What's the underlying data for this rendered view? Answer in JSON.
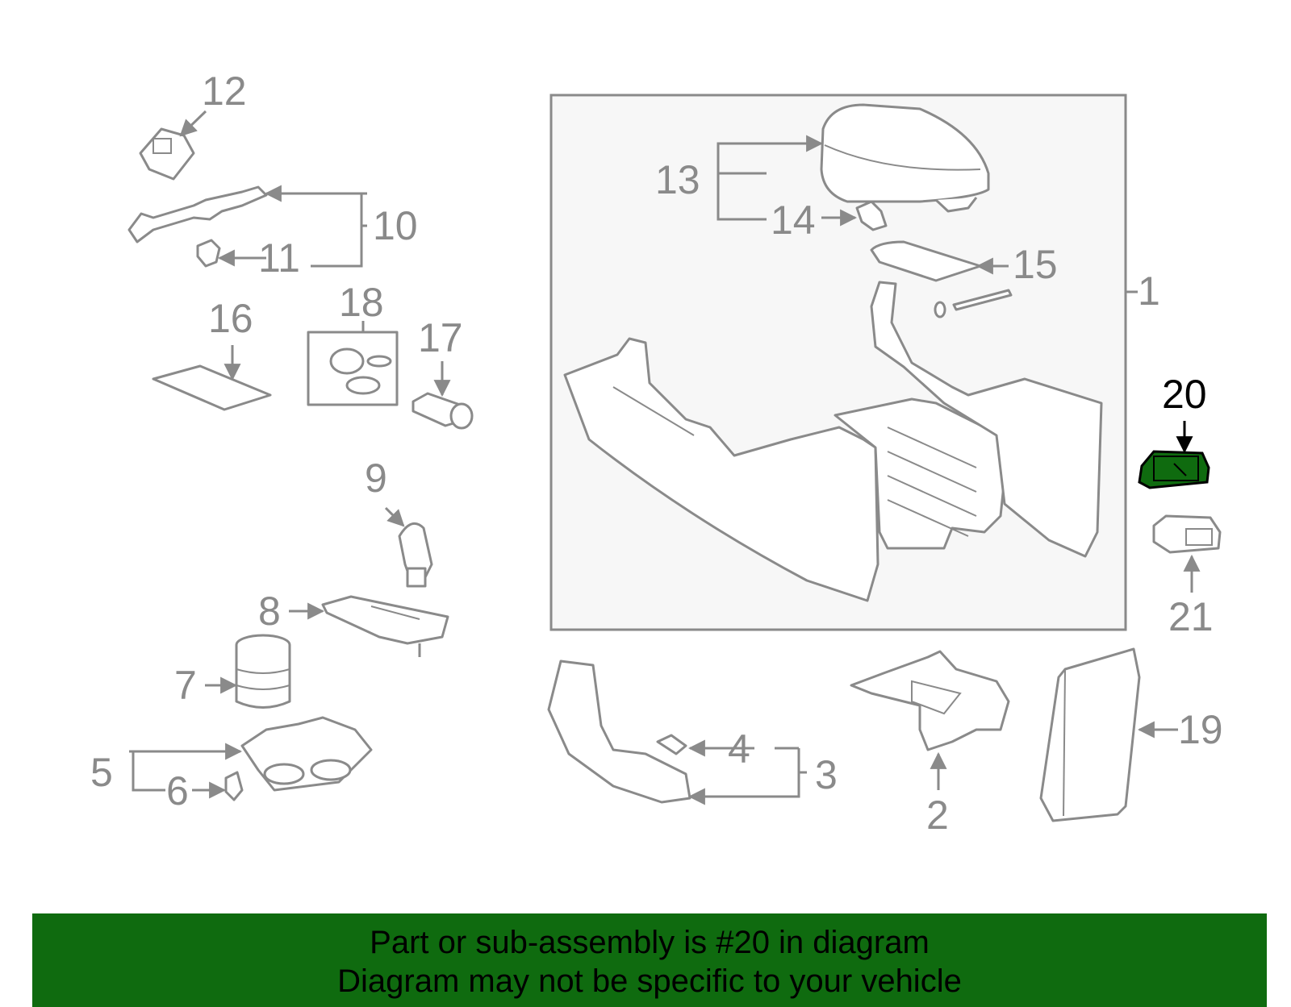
{
  "colors": {
    "part_stroke": "#8a8a8a",
    "highlight": "#0f6b0f",
    "banner_bg": "#0f6b0f",
    "text": "#000000"
  },
  "callouts": {
    "c1": "1",
    "c2": "2",
    "c3": "3",
    "c4": "4",
    "c5": "5",
    "c6": "6",
    "c7": "7",
    "c8": "8",
    "c9": "9",
    "c10": "10",
    "c11": "11",
    "c12": "12",
    "c13": "13",
    "c14": "14",
    "c15": "15",
    "c16": "16",
    "c17": "17",
    "c18": "18",
    "c19": "19",
    "c20": "20",
    "c21": "21"
  },
  "highlighted_part": "20",
  "banner": {
    "line1": "Part or sub-assembly is #20 in diagram",
    "line2": "Diagram may not be specific to your vehicle"
  }
}
